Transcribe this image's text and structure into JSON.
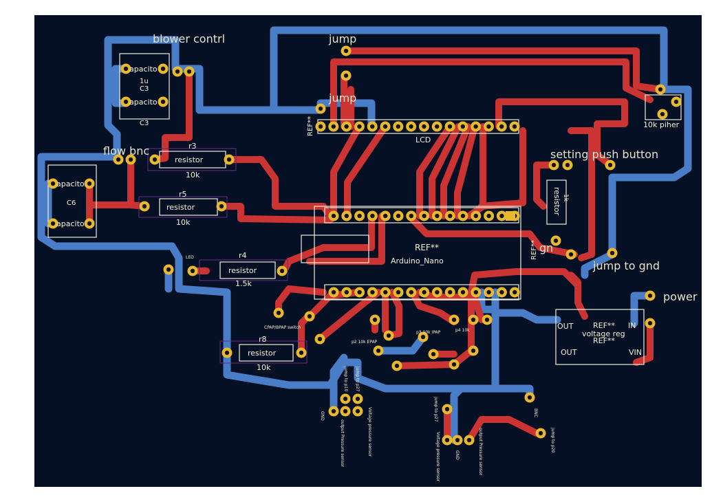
{
  "board": {
    "background": "#061024",
    "colors": {
      "front_copper": "#cc3333",
      "back_copper": "#4a7dc8",
      "pad": "#e8b92e",
      "silkscreen": "#f2f2d8",
      "courtyard": "#6a2a8a"
    }
  },
  "labels": {
    "blower_contrl": "blower contrl",
    "jump_top": "jump",
    "jump_mid": "jump",
    "flow_bnc": "flow bnc",
    "setting_push_button": "setting push button",
    "jump_to_gnd": "jump to gnd",
    "power": "power",
    "ten_k_piher": "10k piher",
    "lcd": "LCD",
    "ref_lcd": "REF**",
    "ref_nano": "REF**",
    "arduino_nano": "Arduino_Nano",
    "ref_vreg": "REF**",
    "voltage_reg": "voltage reg",
    "ref_vreg2": "REF**",
    "out_top": "OUT",
    "out_bottom": "OUT",
    "in": "IN",
    "vin": "VIN",
    "c3": "C3",
    "c3b": "C3",
    "c3_value": "1u",
    "c6": "C6",
    "cap_text": "apacito",
    "r3": "r3",
    "r5": "r5",
    "r4": "r4",
    "r8": "r8",
    "resistor": "resistor",
    "r3_val": "10k",
    "r5_val": "10k",
    "r4_val": "1.5k",
    "r8_val": "10k",
    "pot_val": "1k",
    "led": "LED",
    "cpap_bpap": "CPAP/BPAP switch",
    "p2": "p2 10k EPAP",
    "p3": "p3 10k IPAP",
    "p4": "p4 10k",
    "jump_to_p10": "jump to p10",
    "jump_to_p27": "jump to p27",
    "gnd_a": "GND",
    "gnd_b": "GND",
    "out_pressure_a": "output Pressure sensor",
    "voltage_pressure_a": "Voltage pressure sensor",
    "jump_to_p27b": "jump to p27",
    "voltage_pressure_b": "Voltage pressure sensor",
    "out_pressure_b": "output Pressure sensor",
    "bnc": "BNC",
    "jump_to_p20": "jump to p20",
    "gnd_c": "gn"
  }
}
